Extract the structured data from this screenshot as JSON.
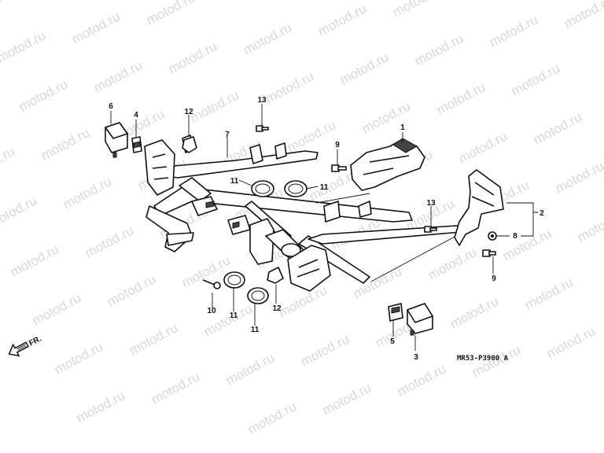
{
  "diagram": {
    "watermark_text": "motod.ru",
    "drawing_code": "MR53-P3900 A",
    "direction_label": "FR.",
    "callouts": {
      "c1": "1",
      "c2": "2",
      "c3": "3",
      "c4": "4",
      "c5": "5",
      "c6": "6",
      "c7": "7",
      "c8": "8",
      "c9a": "9",
      "c9b": "9",
      "c10": "10",
      "c11a": "11",
      "c11b": "11",
      "c11c": "11",
      "c11d": "11",
      "c12a": "12",
      "c12b": "12",
      "c13a": "13",
      "c13b": "13"
    }
  }
}
